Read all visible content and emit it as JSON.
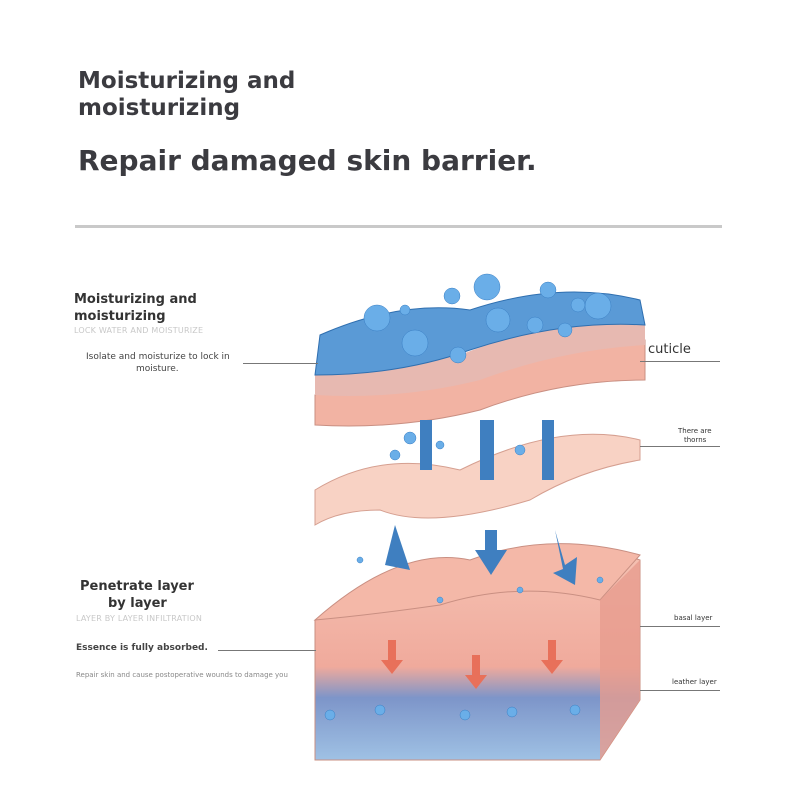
{
  "header": {
    "title": "Moisturizing and moisturizing",
    "subtitle": "Repair damaged skin barrier."
  },
  "left_top": {
    "title": "Moisturizing and moisturizing",
    "sub": "LOCK WATER AND MOISTURIZE",
    "desc_line1": "Isolate and moisturize to lock in",
    "desc_line2": "moisture."
  },
  "left_bottom": {
    "title_line1": "Penetrate layer",
    "title_line2": "by layer",
    "sub": "LAYER BY LAYER INFILTRATION",
    "desc": "Essence is fully absorbed.",
    "note": "Repair skin and cause postoperative wounds to damage you"
  },
  "labels": {
    "cuticle": "cuticle",
    "thorns_line1": "There are",
    "thorns_line2": "thorns",
    "basal": "basal layer",
    "leather": "leather layer"
  },
  "colors": {
    "water": "#4a8fd0",
    "skin": "#f3b7a8",
    "dermis": "#6d8fc8"
  }
}
